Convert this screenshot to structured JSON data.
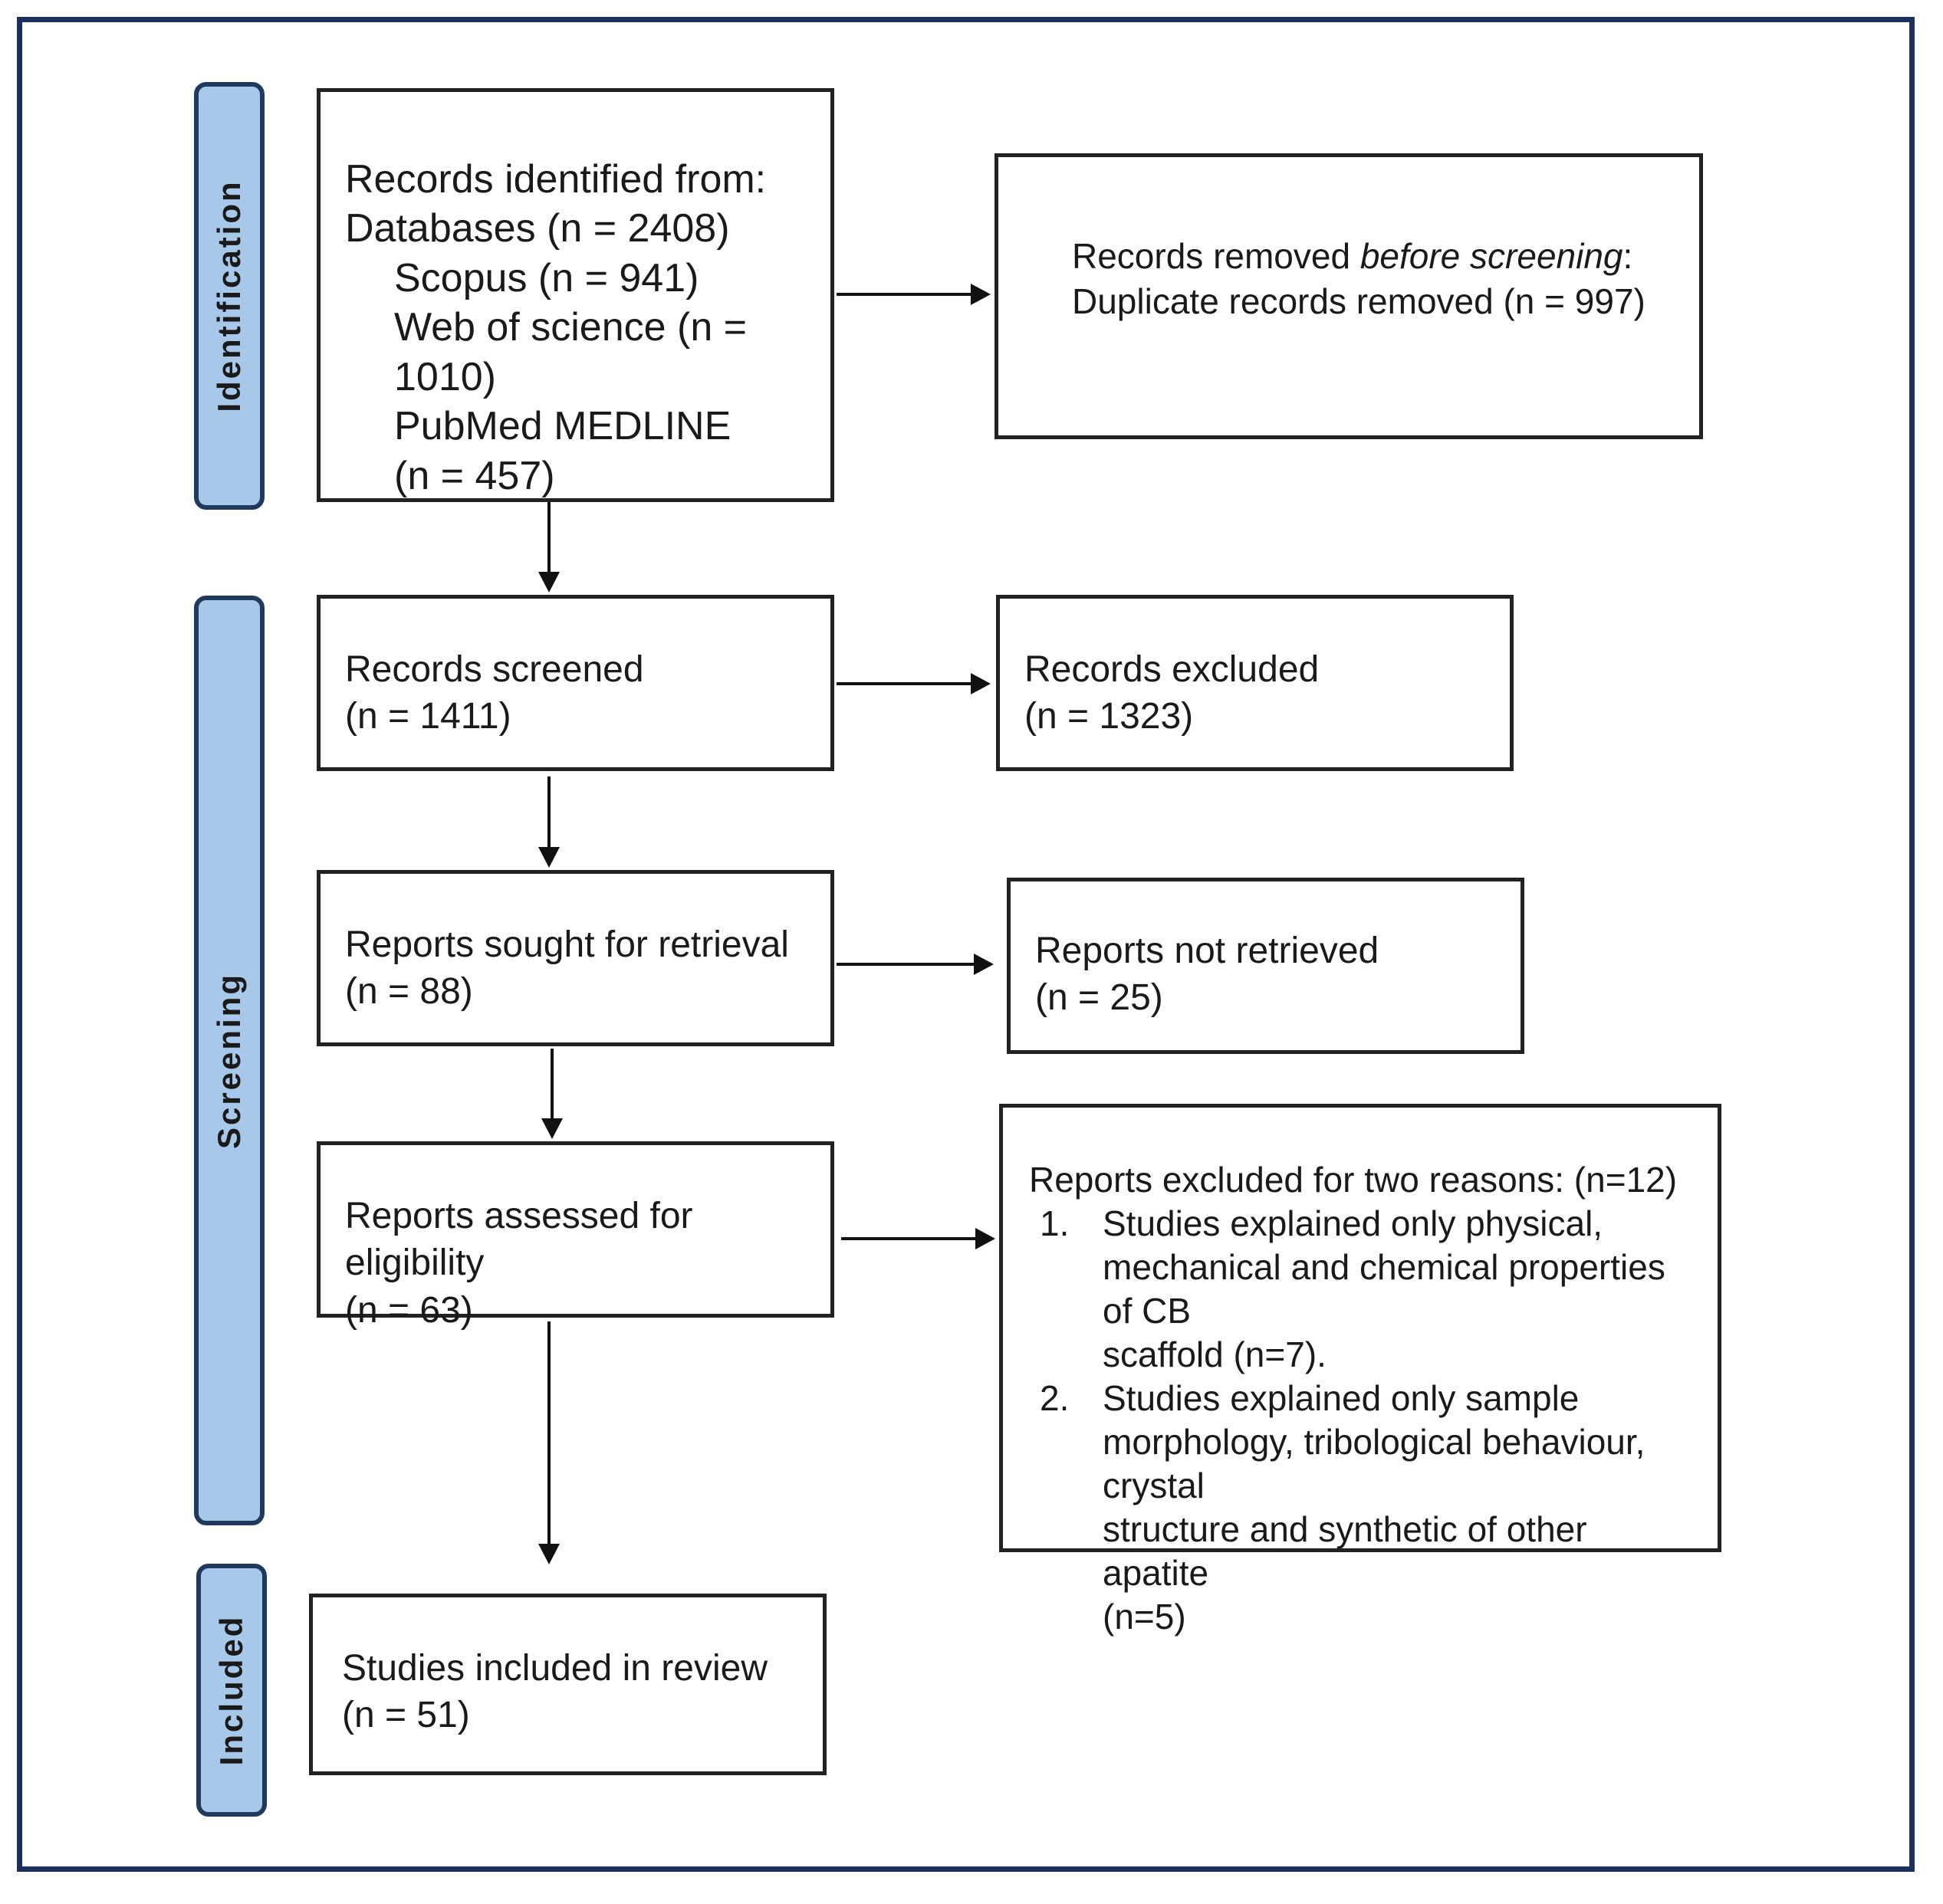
{
  "phases": {
    "identification": "Identification",
    "screening": "Screening",
    "included": "Included"
  },
  "identified": {
    "title": "Records identified from:",
    "databases": "Databases (n = 2408)",
    "scopus": "Scopus (n = 941)",
    "wos": "Web of science (n = 1010)",
    "pubmed": "PubMed MEDLINE",
    "pubmed_n": "(n = 457)"
  },
  "removed": {
    "prefix": "Records removed ",
    "italic": "before screening",
    "suffix": ":",
    "line2": "Duplicate records removed (n = 997)"
  },
  "screened": {
    "label": "Records screened",
    "n": "(n = 1411)"
  },
  "excluded": {
    "label": "Records excluded",
    "n": "(n = 1323)"
  },
  "sought": {
    "label": "Reports sought for retrieval",
    "n": "(n = 88)"
  },
  "not_retrieved": {
    "label": "Reports not retrieved",
    "n": "(n = 25)"
  },
  "assessed": {
    "label": "Reports assessed for eligibility",
    "n": "(n = 63)"
  },
  "reasons": {
    "title": "Reports excluded for two reasons: (n=12)",
    "items": [
      {
        "num": "1.",
        "lines": [
          "Studies explained only physical,",
          "mechanical and chemical properties of CB",
          "scaffold (n=7)."
        ]
      },
      {
        "num": "2.",
        "lines": [
          "Studies explained only sample",
          "morphology, tribological behaviour, crystal",
          "structure and synthetic of other apatite",
          "(n=5)"
        ]
      }
    ]
  },
  "included": {
    "label": "Studies included in review",
    "n": "(n = 51)"
  }
}
